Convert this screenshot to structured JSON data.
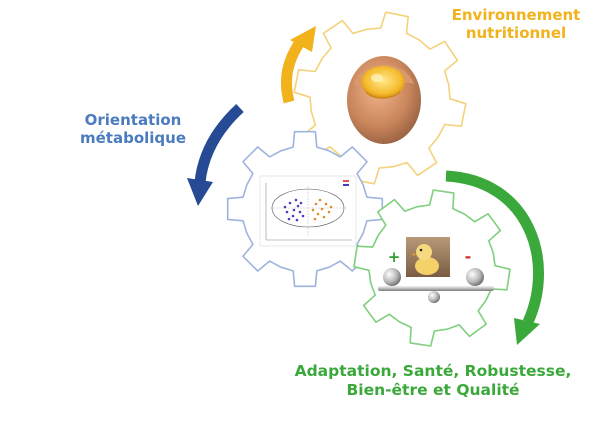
{
  "labels": {
    "environment": {
      "line1": "Environnement",
      "line2": "nutritionnel",
      "color": "#f2b21c"
    },
    "orientation": {
      "line1": "Orientation",
      "line2": "métabolique",
      "color": "#4a7bbf"
    },
    "outcomes": {
      "line1": "Adaptation, Santé, Robustesse,",
      "line2": "Bien-être et Qualité",
      "color": "#3aa83a"
    }
  },
  "balance": {
    "plus_sign": "+",
    "minus_sign": "-"
  },
  "colors": {
    "gear_yellow": "#f3d27a",
    "gear_blue": "#9eb4de",
    "gear_green": "#7fcf7f",
    "arrow_yellow": "#f2b21c",
    "arrow_blue": "#274a94",
    "arrow_green": "#3aa83a",
    "plus_green": "#2e9e2e",
    "minus_red": "#d0312d"
  },
  "icons": {
    "egg": "egg-image-icon",
    "scatter": "pca-scatter-plot-icon",
    "chick": "chick-photo-icon",
    "balance": "balance-scale-icon"
  }
}
